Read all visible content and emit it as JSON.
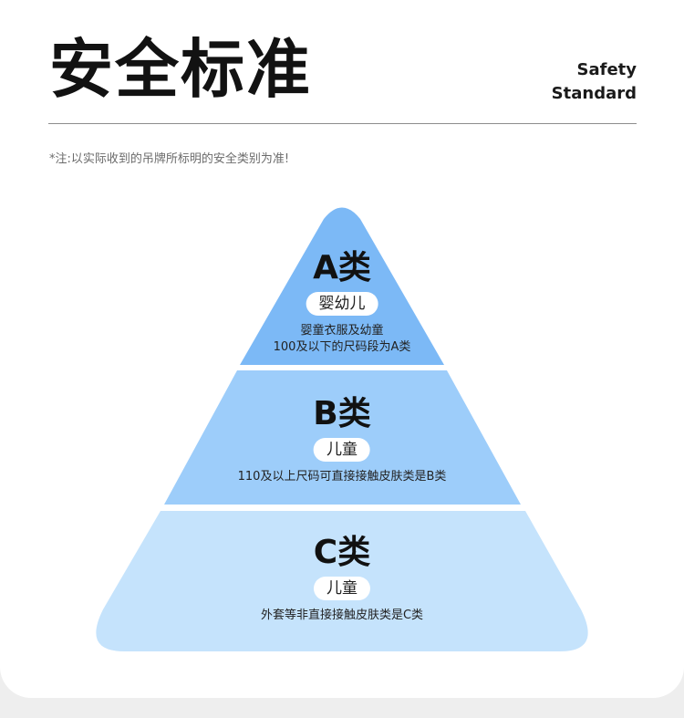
{
  "header": {
    "title": "安全标准",
    "subtitle_line1": "Safety",
    "subtitle_line2": "Standard"
  },
  "note": "*注:以实际收到的吊牌所标明的安全类别为准!",
  "colors": {
    "tier_a": "#7cb9f6",
    "tier_b": "#9dcdfa",
    "tier_c": "#c5e3fc"
  },
  "tiers": [
    {
      "name": "A类",
      "tag": "婴幼儿",
      "desc_line1": "婴童衣服及幼童",
      "desc_line2": "100及以下的尺码段为A类"
    },
    {
      "name": "B类",
      "tag": "儿童",
      "desc_line1": "110及以上尺码可直接接触皮肤类是B类"
    },
    {
      "name": "C类",
      "tag": "儿童",
      "desc_line1": "外套等非直接接触皮肤类是C类"
    }
  ]
}
